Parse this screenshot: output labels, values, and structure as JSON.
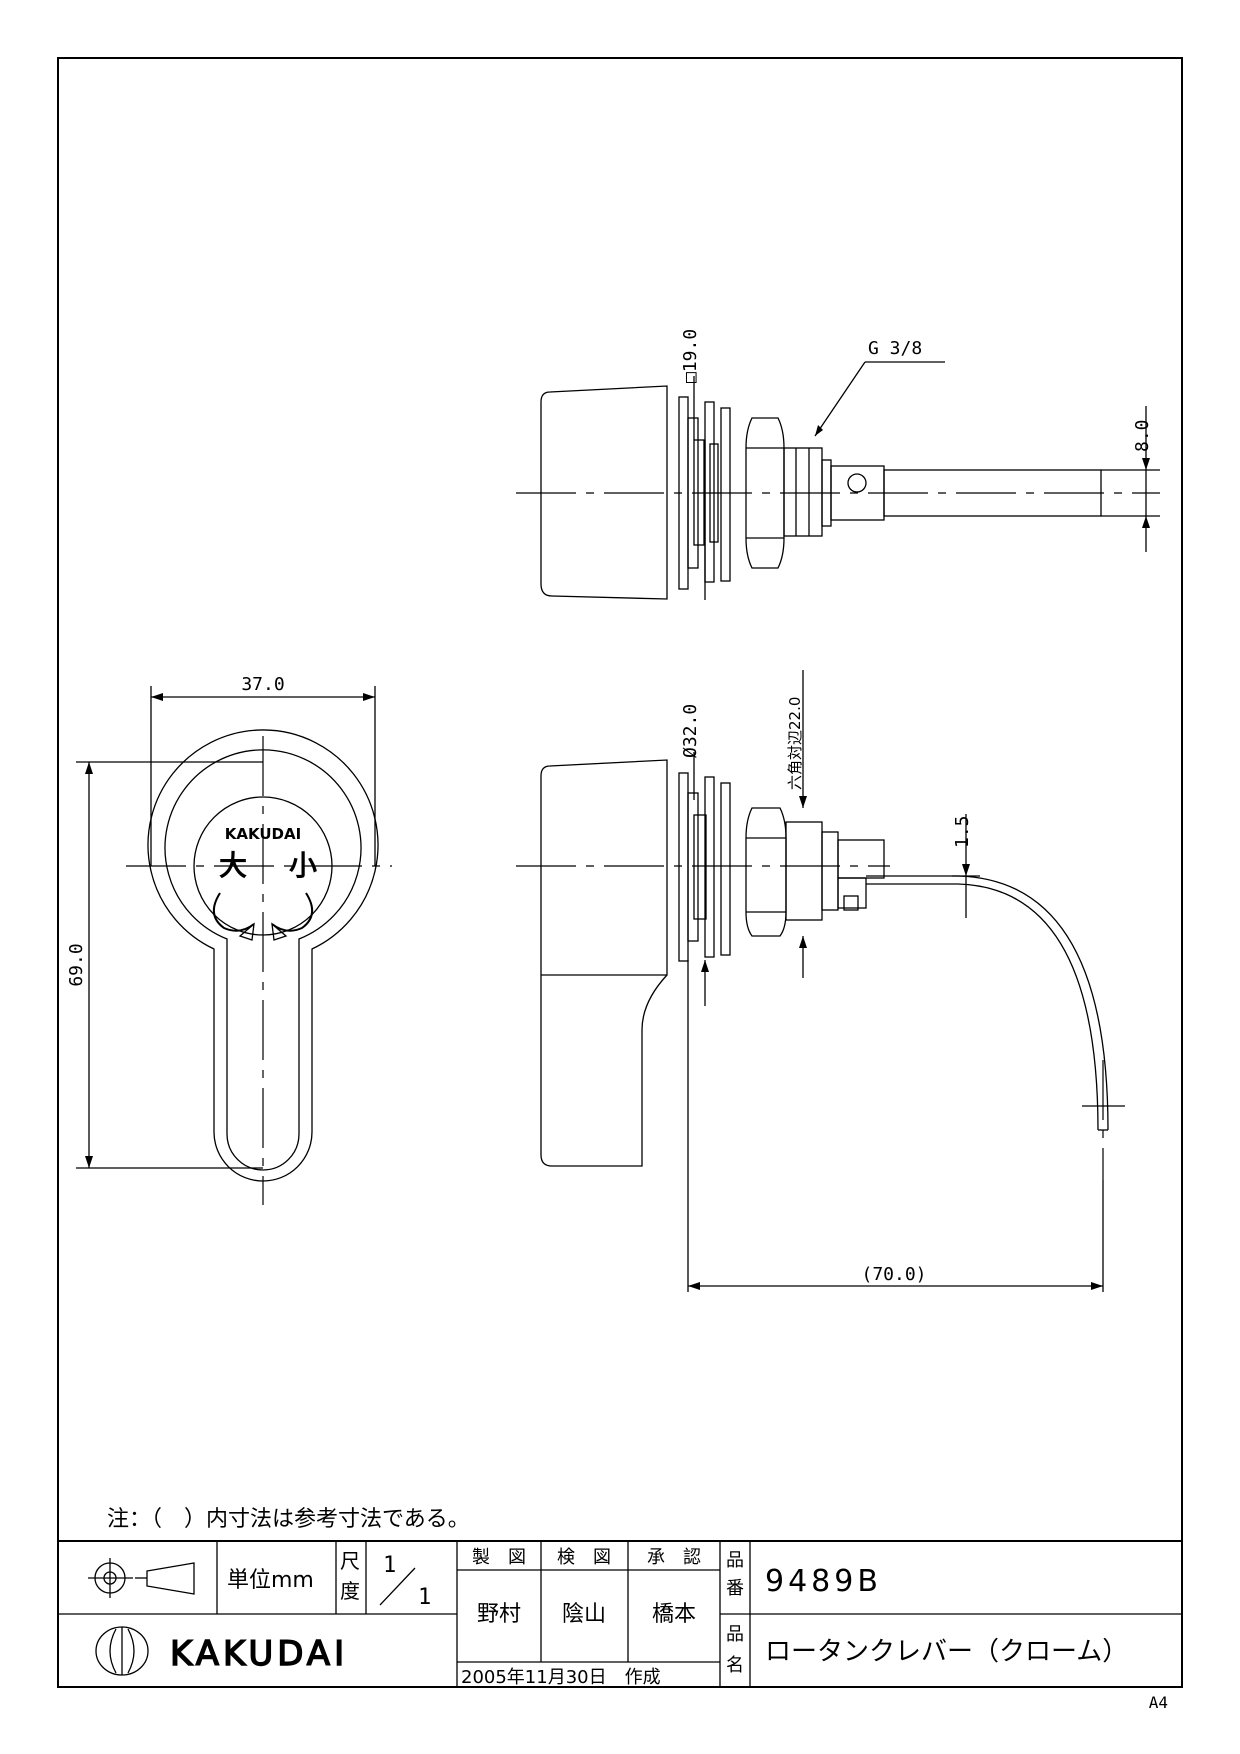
{
  "drawing": {
    "dimensions": {
      "top_square": "□19.0",
      "thread": "G 3/8",
      "stem_dia": "8.0",
      "flange_dia": "Ø32.0",
      "hex_across": "六角対辺22.0",
      "rod_thickness": "1.5",
      "total_length": "(70.0)",
      "lever_width": "37.0",
      "lever_height": "69.0"
    },
    "face_labels": {
      "brand": "KAKUDAI",
      "big": "大",
      "small": "小"
    }
  },
  "note": "注：（　）内寸法は参考寸法である。",
  "title_block": {
    "unit": "単位mm",
    "scale_label_top": "尺",
    "scale_label_bottom": "度",
    "scale_num": "1",
    "scale_den": "1",
    "made_header": "製　図",
    "check_header": "検　図",
    "approve_header": "承　認",
    "made_by": "野村",
    "checked_by": "陰山",
    "approved_by": "橋本",
    "date": "2005年11月30日　作成",
    "part_no_label_1": "品",
    "part_no_label_2": "番",
    "part_no": "9489B",
    "part_name_label_1": "品",
    "part_name_label_2": "名",
    "part_name": "ロータンクレバー（クローム）",
    "company": "KAKUDAI"
  },
  "sheet_size": "A4"
}
